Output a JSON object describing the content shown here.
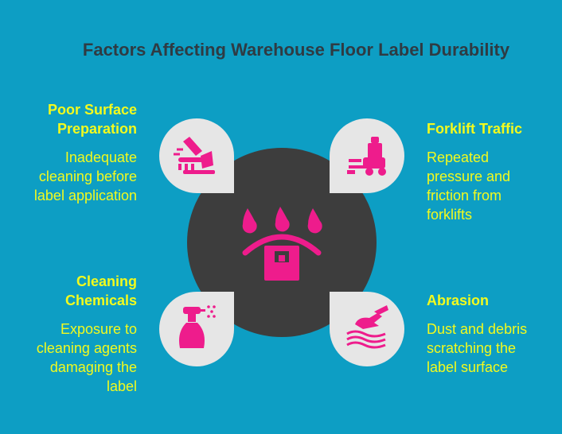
{
  "title": "Factors Affecting Warehouse Floor Label Durability",
  "factors": {
    "poor_surface": {
      "heading": [
        "Poor Surface",
        "Preparation"
      ],
      "description": [
        "Inadequate",
        "cleaning before",
        "label application"
      ],
      "icon": "surface-cleaning-icon"
    },
    "forklift": {
      "heading": [
        "Forklift Traffic"
      ],
      "description": [
        "Repeated",
        "pressure and",
        "friction from",
        "forklifts"
      ],
      "icon": "forklift-icon"
    },
    "chemicals": {
      "heading": [
        "Cleaning",
        "Chemicals"
      ],
      "description": [
        "Exposure to",
        "cleaning agents",
        "damaging the",
        "label"
      ],
      "icon": "spray-bottle-icon"
    },
    "abrasion": {
      "heading": [
        "Abrasion"
      ],
      "description": [
        "Dust and debris",
        "scratching the",
        "label surface"
      ],
      "icon": "abrasion-icon"
    }
  },
  "center_icon": "sad-label-icon",
  "colors": {
    "background": "#0d9ec4",
    "title": "#2f3b43",
    "text": "#f2fa1e",
    "circle": "#3d3d3d",
    "tile": "#e6e6e6",
    "icon": "#ee1c8c"
  }
}
